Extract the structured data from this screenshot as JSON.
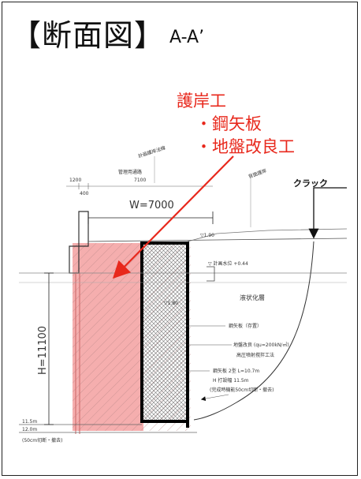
{
  "title": {
    "main": "【断面図】",
    "sub": "A-A’"
  },
  "annotation": {
    "heading": "護岸工",
    "item1": "・鋼矢板",
    "item2": "・地盤改良工"
  },
  "labels": {
    "crack": "クラック",
    "width": "W=7000",
    "height": "H=11100",
    "liquefaction": "液状化層",
    "dim1": "1200",
    "dim2": "7100",
    "dim3": "400",
    "level1": "▽1.90",
    "level2": "▽1.80",
    "water_level": "▽ 計画水位 +0.44",
    "sheet_pile": "鋼矢板（存置）",
    "ground_improve": "地盤改良 (qu=200kN/㎡)",
    "ground_improve2": "高圧噴射撹拌工法",
    "pile_spec": "鋼矢板 2型 L=10.7m",
    "pile_spec2": "H 打設幅 11.5m",
    "note": "(完成時機能50cm切断・撤去)",
    "bottom1": "11.5m",
    "bottom2": "12.0m",
    "bottom3": "(50cm切断・撤去)",
    "top_label1": "計画護岸法線",
    "top_label2": "管理用通路",
    "top_label3": "背面護岸"
  },
  "colors": {
    "accent": "#e8281c",
    "fill": "#f3a0a0"
  }
}
